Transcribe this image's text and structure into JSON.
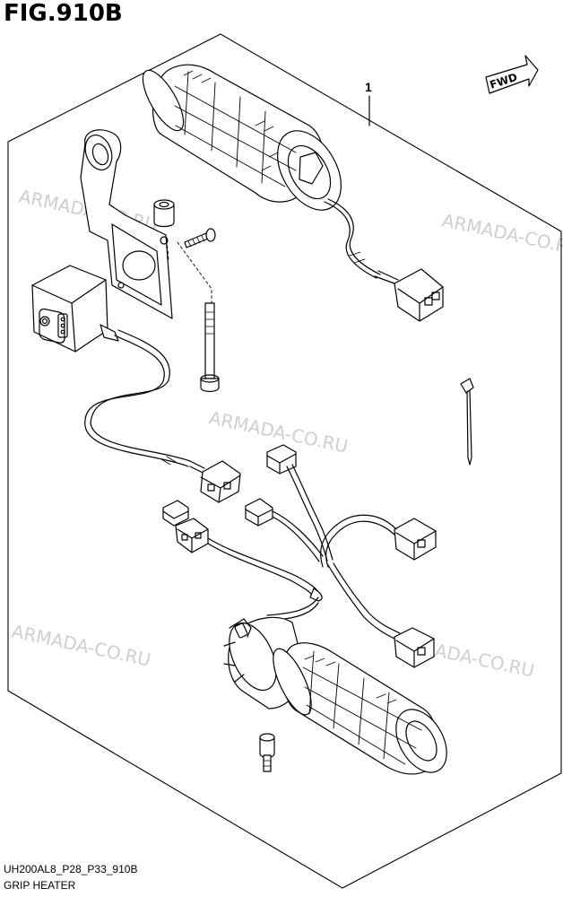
{
  "figure": {
    "title": "FIG.910B",
    "callout": "1",
    "direction_label": "FWD",
    "watermark": "ARMADA-CO.RU",
    "code": "UH200AL8_P28_P33_910B",
    "description": "GRIP HEATER"
  }
}
